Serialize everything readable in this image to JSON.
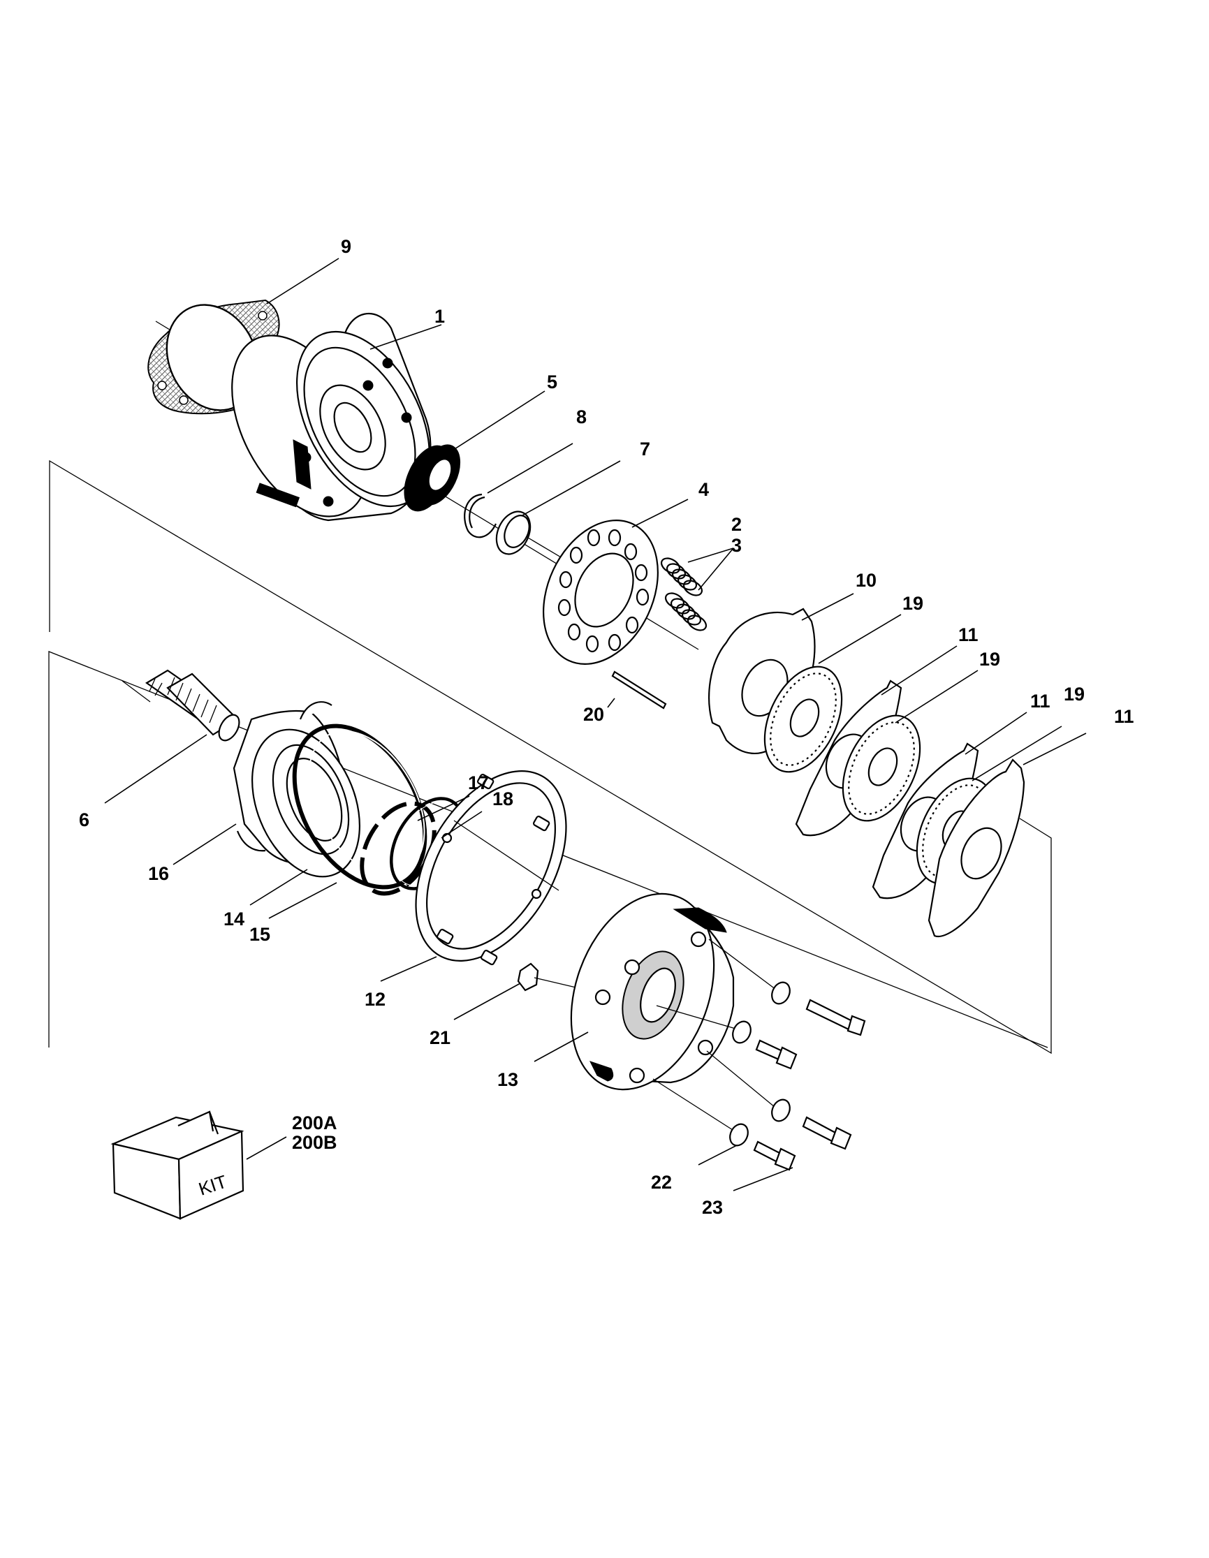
{
  "callouts": {
    "c9": "9",
    "c1": "1",
    "c5": "5",
    "c8": "8",
    "c7": "7",
    "c4": "4",
    "c2": "2",
    "c3": "3",
    "c10": "10",
    "c19a": "19",
    "c11a": "11",
    "c19b": "19",
    "c11b": "11",
    "c19c": "19",
    "c11c": "11",
    "c20": "20",
    "c6": "6",
    "c16": "16",
    "c17": "17",
    "c18": "18",
    "c14": "14",
    "c15": "15",
    "c12": "12",
    "c21": "21",
    "c13": "13",
    "c22": "22",
    "c23": "23",
    "c200a": "200A",
    "c200b": "200B"
  },
  "kit_box": {
    "text": "KIT"
  }
}
